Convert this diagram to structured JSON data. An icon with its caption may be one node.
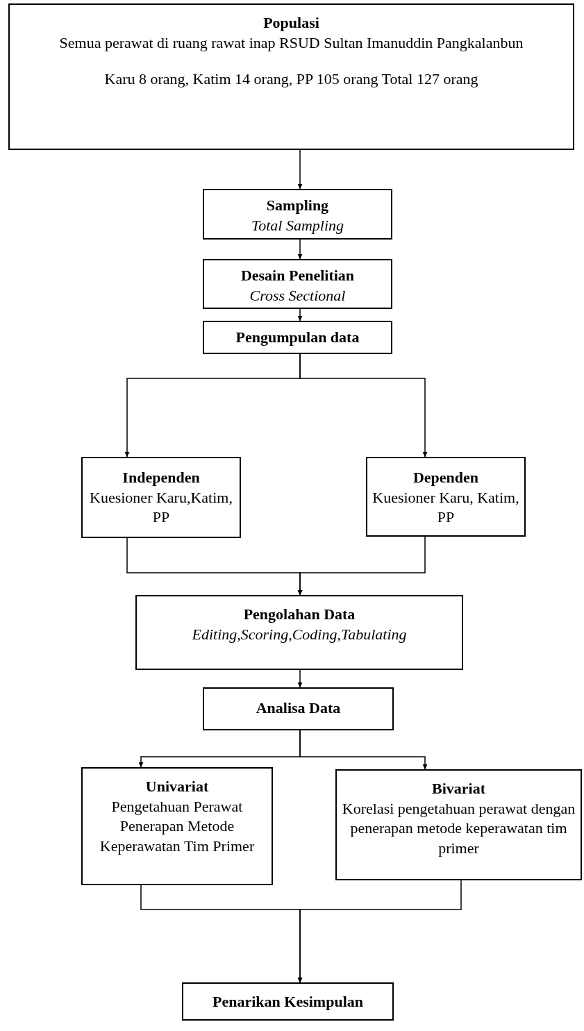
{
  "diagram": {
    "nodes": [
      {
        "text": [
          "Populasi",
          "Semua perawat di ruang rawat inap RSUD Sultan Imanuddin Pangkalanbun",
          "Karu 8 orang, Katim 14 orang, PP 105 orang Total 127 orang"
        ]
      },
      {
        "text": [
          "Sampling",
          "Total Sampling"
        ]
      },
      {
        "text": [
          "Desain Penelitian",
          "Cross Sectional"
        ]
      },
      {
        "text": [
          "Pengumpulan data"
        ]
      },
      {
        "text": [
          "Independen",
          "Kuesioner Karu,Katim, PP"
        ]
      },
      {
        "text": [
          "Dependen",
          "Kuesioner Karu, Katim, PP"
        ]
      },
      {
        "text": [
          "Pengolahan Data",
          "Editing,Scoring,Coding,Tabulating"
        ]
      },
      {
        "text": [
          "Analisa Data"
        ]
      },
      {
        "text": [
          "Univariat",
          "Pengetahuan Perawat Penerapan Metode Keperawatan Tim Primer"
        ]
      },
      {
        "text": [
          "Bivariat",
          "Korelasi pengetahuan perawat dengan penerapan metode keperawatan tim primer"
        ]
      },
      {
        "text": [
          "Penarikan Kesimpulan"
        ]
      }
    ],
    "edges": [
      {
        "from": 0,
        "to": 1,
        "arrow": "to"
      },
      {
        "from": 1,
        "to": 2,
        "arrow": "to"
      },
      {
        "from": 2,
        "to": 3,
        "arrow": "to"
      },
      {
        "from": 3,
        "to": 4,
        "arrow": "to"
      },
      {
        "from": 3,
        "to": 5,
        "arrow": "to"
      },
      {
        "from": 4,
        "to": 6,
        "arrow": "to"
      },
      {
        "from": 5,
        "to": 6,
        "arrow": "to"
      },
      {
        "from": 6,
        "to": 7,
        "arrow": "to"
      },
      {
        "from": 7,
        "to": 8,
        "arrow": "to"
      },
      {
        "from": 7,
        "to": 9,
        "arrow": "to"
      },
      {
        "from": 8,
        "to": 10,
        "arrow": "to"
      },
      {
        "from": 9,
        "to": 10,
        "arrow": "to"
      }
    ]
  }
}
